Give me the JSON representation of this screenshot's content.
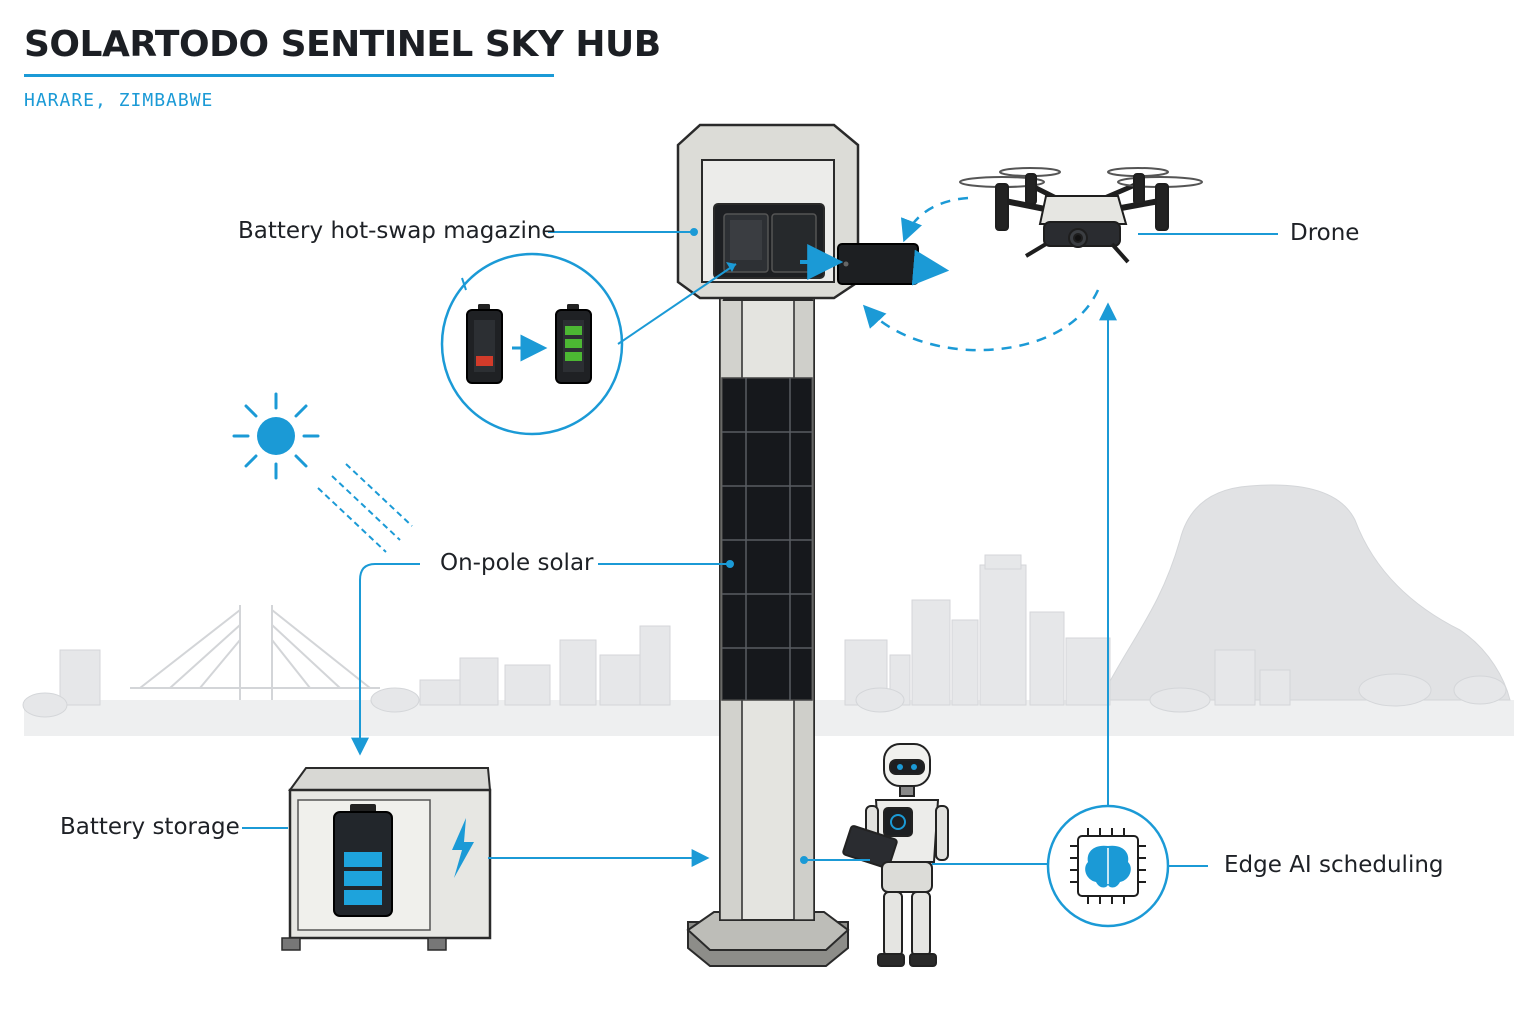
{
  "header": {
    "title": "SOLARTODO SENTINEL SKY HUB",
    "location": "HARARE, ZIMBABWE"
  },
  "labels": {
    "battery_magazine": "Battery hot-swap magazine",
    "drone": "Drone",
    "solar": "On-pole solar",
    "battery_storage": "Battery storage",
    "edge_ai": "Edge AI scheduling"
  },
  "colors": {
    "accent": "#1b9ad6",
    "text": "#1e2126",
    "panel": "#16181c",
    "pole": "#e4e4e0",
    "skyline": "#e3e4e6",
    "battery_low": "#d23b2a",
    "battery_full": "#4cb733"
  }
}
